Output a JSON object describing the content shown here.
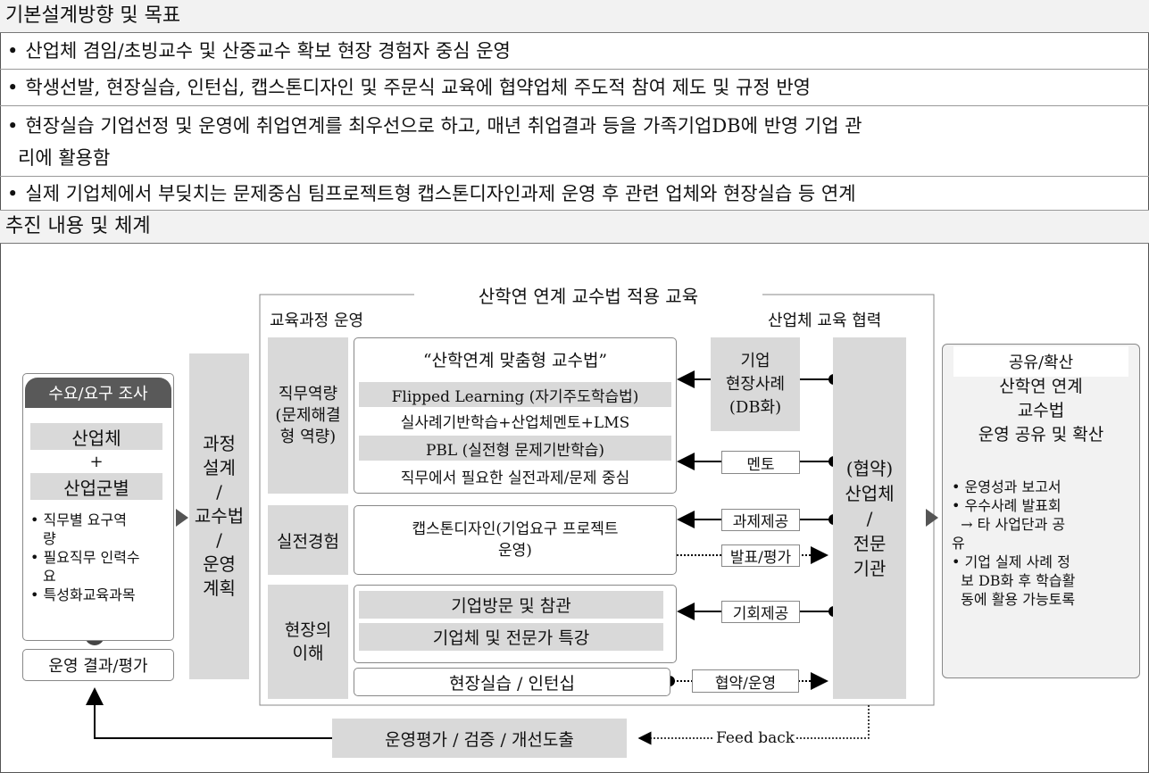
{
  "section1": {
    "title": "기본설계방향 및 목표",
    "items": [
      "산업체 겸임/초빙교수 및 산중교수 확보 현장 경험자 중심 운영",
      "학생선발, 현장실습, 인턴십, 캡스톤디자인 및 주문식 교육에 협약업체 주도적 참여 제도 및 규정 반영",
      "현장실습 기업선정 및 운영에 취업연계를 최우선으로 하고, 매년 취업결과 등을 가족기업DB에 반영 기업 관",
      "리에 활용함",
      "실제 기업체에서 부딪치는 문제중심 팀프로젝트형 캡스톤디자인과제 운영 후 관련 업체와 현장실습 등 연계"
    ],
    "bullet": "•"
  },
  "section2": {
    "title": "추진 내용 및 체계"
  },
  "diagram": {
    "demand": {
      "tab": "수요/요구 조사",
      "industry": "산업체",
      "plus": "+",
      "by_industry": "산업군별",
      "bullets": [
        "직무별 요구역",
        "량",
        "필요직무 인력수",
        "요",
        "특성화교육과목"
      ],
      "result": "운영 결과/평가"
    },
    "plan": [
      "과정",
      "설계",
      "/",
      "교수법",
      "/",
      "운영",
      "계획"
    ],
    "center": {
      "title": "산학연 연계 교수법 적용 교육",
      "left_header": "교육과정 운영",
      "right_header": "산업체 교육 협력",
      "job_label": [
        "직무역량",
        "(문제해결",
        "형 역량)"
      ],
      "practice_label": "실전경험",
      "field_label": [
        "현장의",
        "이해"
      ],
      "custom_title": "“산학연계 맞춤형 교수법”",
      "flipped": "Flipped Learning (자기주도학습법)",
      "case_based": "실사례기반학습+산업체멘토+LMS",
      "pbl": "PBL (실전형 문제기반학습)",
      "job_tasks": "직무에서 필요한 실전과제/문제 중심",
      "capstone_1": "캡스톤디자인(기업요구 프로젝트",
      "capstone_2": "운영)",
      "visit": "기업방문 및 참관",
      "lecture": "기업체 및 전문가 특강",
      "internship": "현장실습 / 인턴십",
      "case_box": [
        "기업",
        "현장사례",
        "(DB화)"
      ],
      "mentor": "멘토",
      "task_provide": "과제제공",
      "present_eval": "발표/평가",
      "opportunity": "기회제공",
      "agreement_op": "협약/운영",
      "partner": [
        "(협약)",
        "산업체",
        "/",
        "전문",
        "기관"
      ]
    },
    "share": {
      "tab": "공유/확산",
      "title": [
        "산학연 연계",
        "교수법",
        "운영 공유 및 확산"
      ],
      "bullets": [
        "• 운영성과 보고서",
        "• 우수사례 발표회",
        "  → 타 사업단과 공",
        "유",
        "• 기업 실제 사례 정",
        "  보 DB화 후 학습활",
        "  동에 활용 가능토록"
      ]
    },
    "evaluation": "운영평가 / 검증 / 개선도출",
    "feedback": "Feed back"
  }
}
